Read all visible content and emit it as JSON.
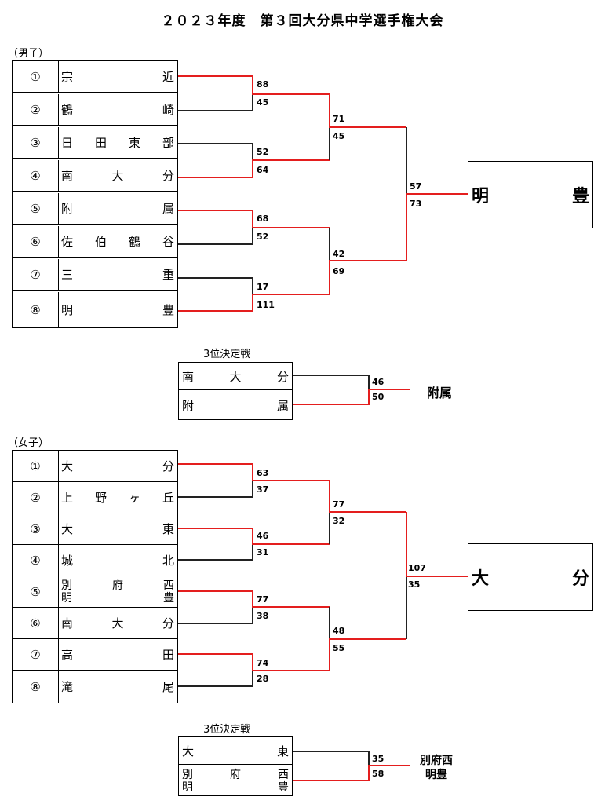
{
  "title": "２０２３年度　第３回大分県中学選手権大会",
  "colors": {
    "win": "#e41e1e",
    "lose": "#222222"
  },
  "boys": {
    "label": "（男子）",
    "teams": [
      {
        "num": "①",
        "name": [
          "宗",
          "近"
        ]
      },
      {
        "num": "②",
        "name": [
          "鶴",
          "崎"
        ]
      },
      {
        "num": "③",
        "name": [
          "日",
          "田",
          "東",
          "部"
        ]
      },
      {
        "num": "④",
        "name": [
          "南",
          "大",
          "分"
        ]
      },
      {
        "num": "⑤",
        "name": [
          "附",
          "属"
        ]
      },
      {
        "num": "⑥",
        "name": [
          "佐",
          "伯",
          "鶴",
          "谷"
        ]
      },
      {
        "num": "⑦",
        "name": [
          "三",
          "重"
        ]
      },
      {
        "num": "⑧",
        "name": [
          "明",
          "豊"
        ]
      }
    ],
    "r1_scores": [
      [
        "88",
        "45"
      ],
      [
        "52",
        "64"
      ],
      [
        "68",
        "52"
      ],
      [
        "17",
        "111"
      ]
    ],
    "r2_scores": [
      [
        "71",
        "45"
      ],
      [
        "42",
        "69"
      ]
    ],
    "final_scores": [
      "57",
      "73"
    ],
    "champion": [
      "明",
      "豊"
    ],
    "third": {
      "label": "3位決定戦",
      "teams": [
        [
          "南",
          "大",
          "分"
        ],
        [
          "附",
          "属"
        ]
      ],
      "scores": [
        "46",
        "50"
      ],
      "winner": "附属"
    }
  },
  "girls": {
    "label": "（女子）",
    "teams": [
      {
        "num": "①",
        "name": [
          "大",
          "分"
        ]
      },
      {
        "num": "②",
        "name": [
          "上",
          "野",
          "ヶ",
          "丘"
        ]
      },
      {
        "num": "③",
        "name": [
          "大",
          "東"
        ]
      },
      {
        "num": "④",
        "name": [
          "城",
          "北"
        ]
      },
      {
        "num": "⑤",
        "name_lines": [
          [
            "別",
            "府",
            "西"
          ],
          [
            "明",
            "豊"
          ]
        ]
      },
      {
        "num": "⑥",
        "name": [
          "南",
          "大",
          "分"
        ]
      },
      {
        "num": "⑦",
        "name": [
          "高",
          "田"
        ]
      },
      {
        "num": "⑧",
        "name": [
          "滝",
          "尾"
        ]
      }
    ],
    "r1_scores": [
      [
        "63",
        "37"
      ],
      [
        "46",
        "31"
      ],
      [
        "77",
        "38"
      ],
      [
        "74",
        "28"
      ]
    ],
    "r2_scores": [
      [
        "77",
        "32"
      ],
      [
        "48",
        "55"
      ]
    ],
    "final_scores": [
      "107",
      "35"
    ],
    "champion": [
      "大",
      "分"
    ],
    "third": {
      "label": "3位決定戦",
      "teams": [
        [
          "大",
          "東"
        ]
      ],
      "team2_lines": [
        [
          "別",
          "府",
          "西"
        ],
        [
          "明",
          "豊"
        ]
      ],
      "scores": [
        "35",
        "58"
      ],
      "winner_lines": [
        "別府西",
        "明豊"
      ]
    }
  }
}
